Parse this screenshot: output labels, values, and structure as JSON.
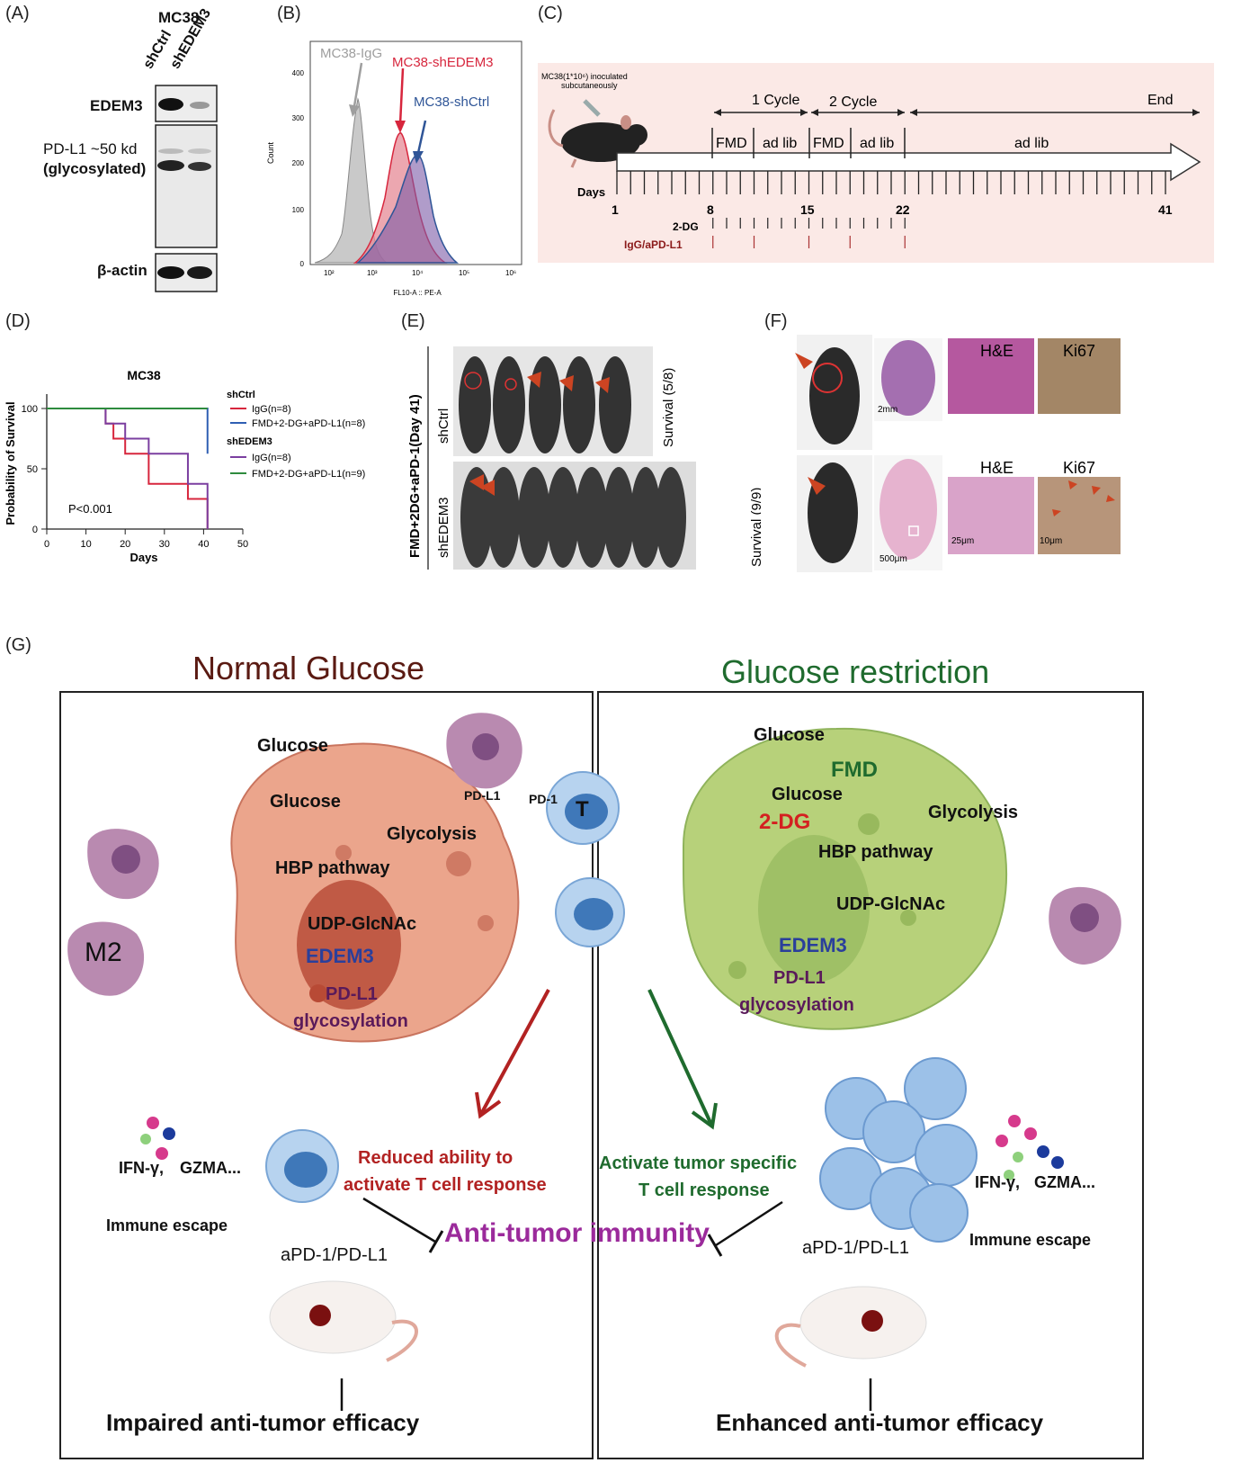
{
  "panels": {
    "a": "(A)",
    "b": "(B)",
    "c": "(C)",
    "d": "(D)",
    "e": "(E)",
    "f": "(F)",
    "g": "(G)"
  },
  "panelA": {
    "title": "MC38",
    "lanes": [
      "shCtrl",
      "shEDEM3"
    ],
    "rows": [
      {
        "label": "EDEM3"
      },
      {
        "label_line1": "PD-L1 ~50 kd",
        "label_line2": "(glycosylated)"
      },
      {
        "label": "β-actin"
      }
    ]
  },
  "panelB": {
    "series_labels": [
      "MC38-IgG",
      "MC38-shEDEM3",
      "MC38-shCtrl"
    ],
    "colors": [
      "#9e9e9e",
      "#d7263d",
      "#2f5597"
    ],
    "ylabel": "Count",
    "xlabel": "FL10-A :: PE-A",
    "yticks": [
      "0",
      "100",
      "200",
      "300",
      "400"
    ],
    "xticks": [
      "10²",
      "10³",
      "10⁴",
      "10⁵",
      "10⁶"
    ]
  },
  "panelC": {
    "inoculation_line1": "MC38(1*10⁶) inoculated",
    "inoculation_line2": "subcutaneously",
    "cycle1": "1 Cycle",
    "cycle2": "2 Cycle",
    "end": "End",
    "fmd": "FMD",
    "adlib": "ad lib",
    "days_label": "Days",
    "day_marks": [
      "1",
      "8",
      "15",
      "22",
      "41"
    ],
    "dg_label": "2-DG",
    "igg_label": "IgG/aPD-L1"
  },
  "panelD": {
    "title": "MC38",
    "ylabel": "Probability of Survival",
    "xlabel": "Days",
    "pvalue": "P<0.001",
    "legend_group1": "shCtrl",
    "legend_group2": "shEDEM3",
    "legend_items": [
      "IgG(n=8)",
      "FMD+2-DG+aPD-L1(n=8)",
      "IgG(n=8)",
      "FMD+2-DG+aPD-L1(n=9)"
    ],
    "xticks": [
      "0",
      "10",
      "20",
      "30",
      "40",
      "50"
    ],
    "yticks": [
      "0",
      "50",
      "100"
    ]
  },
  "chart_data": {
    "type": "line",
    "title": "MC38",
    "xlabel": "Days",
    "ylabel": "Probability of Survival",
    "xlim": [
      0,
      50
    ],
    "ylim": [
      0,
      100
    ],
    "series": [
      {
        "name": "shCtrl IgG(n=8)",
        "color": "#d7263d",
        "x": [
          0,
          15,
          15,
          17,
          17,
          20,
          20,
          26,
          26,
          36,
          36,
          41,
          41
        ],
        "y": [
          100,
          100,
          87.5,
          87.5,
          75,
          75,
          62.5,
          62.5,
          37.5,
          37.5,
          25,
          25,
          0
        ]
      },
      {
        "name": "shCtrl FMD+2-DG+aPD-L1(n=8)",
        "color": "#2f5fb3",
        "x": [
          0,
          41,
          41
        ],
        "y": [
          100,
          100,
          62.5
        ]
      },
      {
        "name": "shEDEM3 IgG(n=8)",
        "color": "#7b3fa0",
        "x": [
          0,
          15,
          15,
          20,
          20,
          26,
          26,
          36,
          36,
          41,
          41
        ],
        "y": [
          100,
          100,
          87.5,
          87.5,
          75,
          75,
          62.5,
          62.5,
          37.5,
          37.5,
          0
        ]
      },
      {
        "name": "shEDEM3 FMD+2-DG+aPD-L1(n=9)",
        "color": "#2e8b3e",
        "x": [
          0,
          41
        ],
        "y": [
          100,
          100
        ]
      }
    ]
  },
  "panelE": {
    "vertical_label": "FMD+2DG+aPD-1(Day 41)",
    "group1": "shCtrl",
    "group2": "shEDEM3",
    "survival1": "Survival (5/8)",
    "survival2": "Survival (9/9)"
  },
  "panelF": {
    "he": "H&E",
    "ki67": "Ki67",
    "scale_2mm": "2mm",
    "scale_500": "500μm",
    "scale_25": "25μm",
    "scale_10": "10μm"
  },
  "panelG": {
    "left_title": "Normal Glucose",
    "right_title": "Glucose restriction",
    "left": {
      "glucose1": "Glucose",
      "glucose2": "Glucose",
      "glycolysis": "Glycolysis",
      "hbp": "HBP pathway",
      "udp": "UDP-GlcNAc",
      "edem3": "EDEM3",
      "pdl1": "PD-L1",
      "glyco": "glycosylation",
      "m2": "M2",
      "pdl1_tag": "PD-L1",
      "pd1_tag": "PD-1",
      "t_tag": "T",
      "ifn": "IFN-γ,",
      "gzma": "GZMA...",
      "escape": "Immune escape",
      "reduced1": "Reduced ability to",
      "reduced2": "activate T cell response",
      "apd": "aPD-1/PD-L1",
      "impaired": "Impaired anti-tumor efficacy"
    },
    "center": "Anti-tumor immunity",
    "right": {
      "glucose1": "Glucose",
      "fmd": "FMD",
      "glucose2": "Glucose",
      "dg": "2-DG",
      "glycolysis": "Glycolysis",
      "hbp": "HBP pathway",
      "udp": "UDP-GlcNAc",
      "edem3": "EDEM3",
      "pdl1": "PD-L1",
      "glyco": "glycosylation",
      "activate1": "Activate tumor specific",
      "activate2": "T cell response",
      "ifn": "IFN-γ,",
      "gzma": "GZMA...",
      "escape": "Immune escape",
      "apd": "aPD-1/PD-L1",
      "enhanced": "Enhanced anti-tumor efficacy"
    },
    "colors": {
      "normal_title": "#5a1a12",
      "restrict_title": "#1f6b2e",
      "red_text": "#b22222",
      "green_text": "#1f6b2e",
      "purple_text": "#9b2a9b",
      "blue_text": "#2a3f9b"
    }
  }
}
